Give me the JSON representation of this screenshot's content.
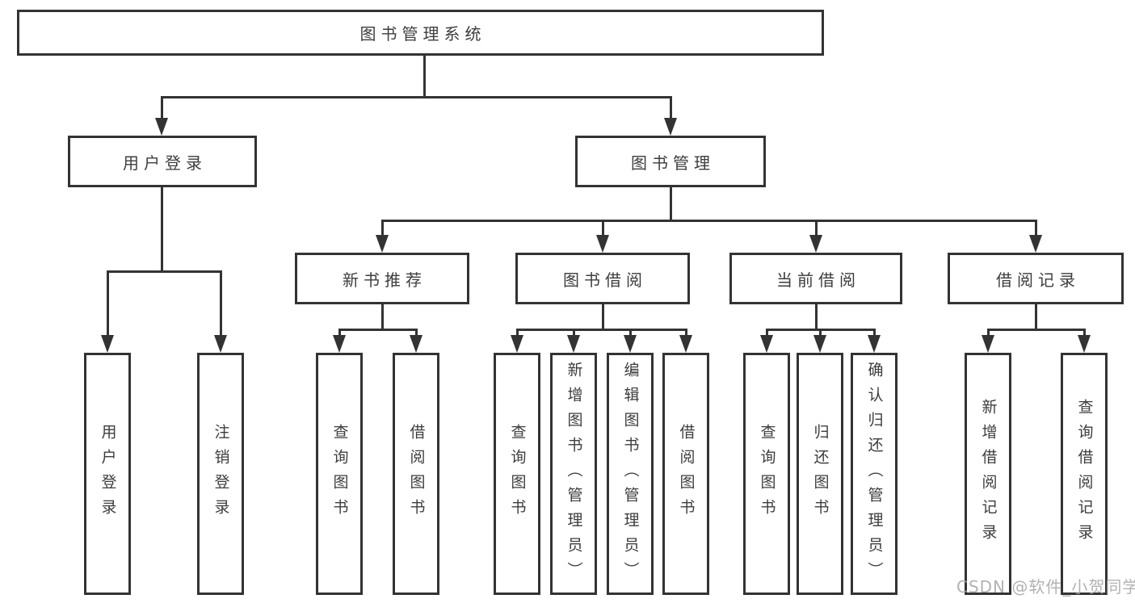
{
  "tree": {
    "label": "图书管理系统",
    "children": [
      {
        "label": "用户登录",
        "children": [
          {
            "label": "用户登录"
          },
          {
            "label": "注销登录"
          }
        ]
      },
      {
        "label": "图书管理",
        "children": [
          {
            "label": "新书推荐",
            "children": [
              {
                "label": "查询图书"
              },
              {
                "label": "借阅图书"
              }
            ]
          },
          {
            "label": "图书借阅",
            "children": [
              {
                "label": "查询图书"
              },
              {
                "label": "新增图书（管理员）"
              },
              {
                "label": "编辑图书（管理员）"
              },
              {
                "label": "借阅图书"
              }
            ]
          },
          {
            "label": "当前借阅",
            "children": [
              {
                "label": "查询图书"
              },
              {
                "label": "归还图书"
              },
              {
                "label": "确认归还（管理员）"
              }
            ]
          },
          {
            "label": "借阅记录",
            "children": [
              {
                "label": "新增借阅记录"
              },
              {
                "label": "查询借阅记录"
              }
            ]
          }
        ]
      }
    ]
  },
  "watermark": {
    "text": "CSDN @软件_小贺同学"
  },
  "colors": {
    "line": "#333333",
    "box_border": "#333333",
    "text": "#3d3d3d",
    "watermark": "#a4a4a4",
    "background": "#ffffff"
  }
}
